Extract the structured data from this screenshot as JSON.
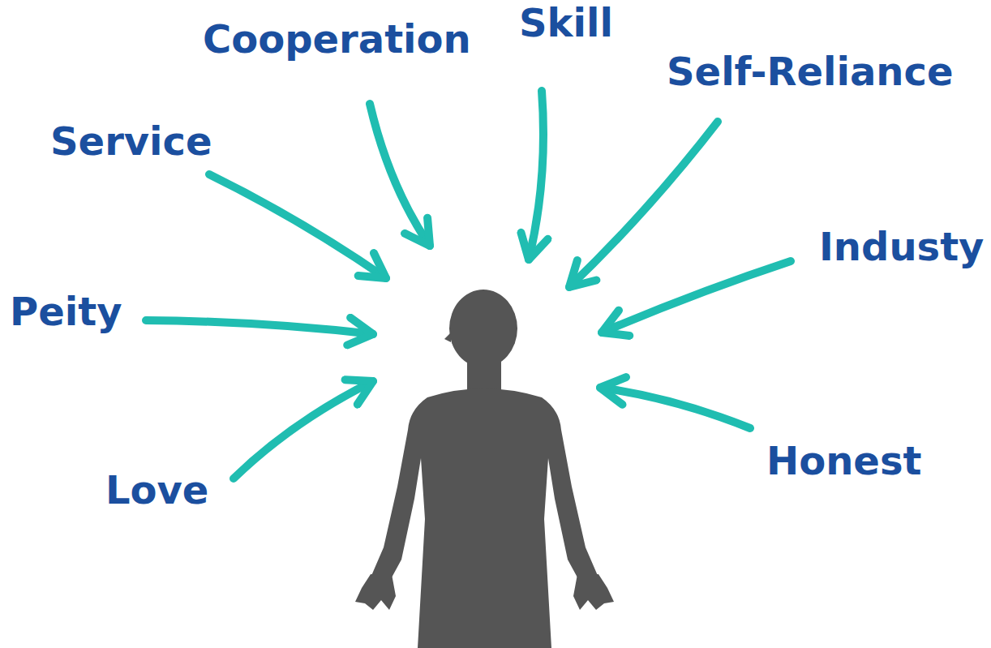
{
  "diagram": {
    "labels": [
      "Cooperation",
      "Skill",
      "Self-Reliance",
      "Service",
      "Industy",
      "Peity",
      "Love",
      "Honest"
    ]
  }
}
